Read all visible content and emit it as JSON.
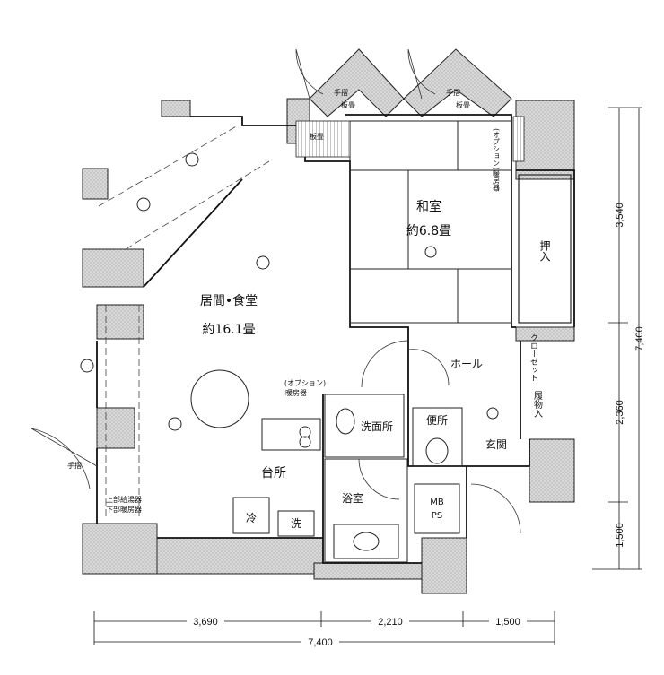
{
  "rooms": {
    "living": {
      "name": "居間•食堂",
      "area": "約16.1畳"
    },
    "washitsu": {
      "name": "和室",
      "area": "約6.8畳"
    },
    "kitchen": "台所",
    "hall": "ホール",
    "genkan": "玄関",
    "toilet": "便所",
    "senmenjo": "洗面所",
    "bath": "浴室",
    "oshiire": "押入",
    "closet": "クローゼット",
    "shoes": "履物入",
    "mbps_1": "MB",
    "mbps_2": "PS"
  },
  "fixtures": {
    "fridge": "冷",
    "washer": "洗",
    "heater_option_1": "(オプション)",
    "heater_option_2": "暖房器",
    "water_heater_1": "上部給湯器",
    "water_heater_2": "下部暖房器",
    "handrail": "手摺",
    "board": "板畳",
    "option_heater_vertical": "(オプション)暖房器"
  },
  "dimensions": {
    "right": [
      "3,540",
      "7,400",
      "2,360",
      "1,500"
    ],
    "bottom": [
      "3,690",
      "2,210",
      "1,500",
      "7,400"
    ]
  }
}
